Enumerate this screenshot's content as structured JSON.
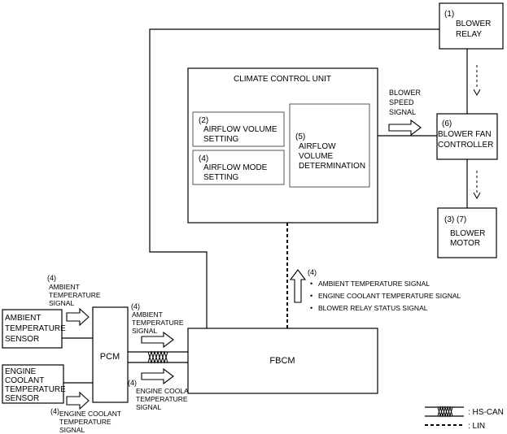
{
  "blocks": {
    "blower_relay": {
      "num": "(1)",
      "line1": "BLOWER",
      "line2": "RELAY"
    },
    "climate_control_unit": {
      "title": "CLIMATE CONTROL UNIT"
    },
    "airflow_volume_setting": {
      "num": "(2)",
      "line1": "AIRFLOW VOLUME",
      "line2": "SETTING"
    },
    "airflow_mode_setting": {
      "num": "(4)",
      "line1": "AIRFLOW MODE",
      "line2": "SETTING"
    },
    "airflow_volume_determination": {
      "num": "(5)",
      "line1": "AIRFLOW",
      "line2": "VOLUME",
      "line3": "DETERMINATION"
    },
    "blower_fan_controller": {
      "num": "(6)",
      "line1": "BLOWER FAN",
      "line2": "CONTROLLER"
    },
    "blower_motor": {
      "num": "(3)  (7)",
      "line1": "BLOWER",
      "line2": "MOTOR"
    },
    "ambient_temperature_sensor": {
      "line1": "AMBIENT",
      "line2": "TEMPERATURE",
      "line3": "SENSOR"
    },
    "engine_coolant_temperature_sensor": {
      "line1": "ENGINE",
      "line2": "COOLANT",
      "line3": "TEMPERATURE",
      "line4": "SENSOR"
    },
    "pcm": {
      "label": "PCM"
    },
    "fbcm": {
      "label": "FBCM"
    }
  },
  "signals": {
    "blower_speed": {
      "line1": "BLOWER",
      "line2": "SPEED",
      "line3": "SIGNAL"
    },
    "ambient_to_pcm": {
      "num": "(4)",
      "line1": "AMBIENT",
      "line2": "TEMPERATURE",
      "line3": "SIGNAL"
    },
    "ambient_pcm_to_fbcm": {
      "num": "(4)",
      "line1": "AMBIENT",
      "line2": "TEMPERATURE",
      "line3": "SIGNAL"
    },
    "coolant_pcm_to_fbcm": {
      "num": "(4)",
      "line1": "ENGINE COOLANT",
      "line2": "TEMPERATURE",
      "line3": "SIGNAL"
    },
    "coolant_to_pcm": {
      "num": "(4)",
      "line1": "ENGINE COOLANT",
      "line2": "TEMPERATURE",
      "line3": "SIGNAL"
    },
    "fbcm_to_ccu": {
      "num": "(4)",
      "items": [
        "AMBIENT TEMPERATURE SIGNAL",
        "ENGINE COOLANT TEMPERATURE SIGNAL",
        "BLOWER RELAY STATUS SIGNAL"
      ]
    }
  },
  "legend": {
    "hscan": ": HS-CAN",
    "lin": ": LIN"
  }
}
